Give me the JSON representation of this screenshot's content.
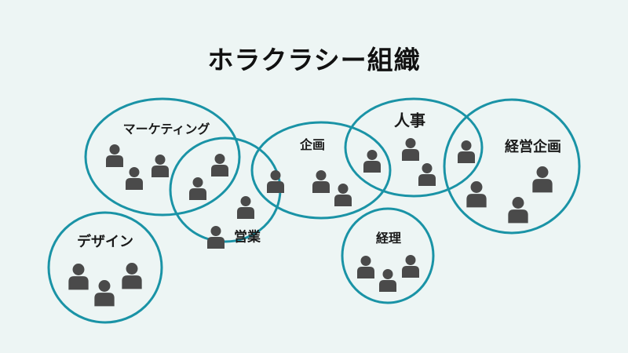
{
  "title": "ホラクラシー組織",
  "colors": {
    "background": "#edf5f4",
    "circle": "#1a93a6",
    "person": "#4a4a4a"
  },
  "icon": "person-icon",
  "circles": [
    {
      "label": "マーケティング",
      "members": 3
    },
    {
      "label": "営業",
      "members": 4
    },
    {
      "label": "企画",
      "members": 3
    },
    {
      "label": "人事",
      "members": 3
    },
    {
      "label": "経営企画",
      "members": 4
    },
    {
      "label": "デザイン",
      "members": 3
    },
    {
      "label": "経理",
      "members": 3
    }
  ]
}
